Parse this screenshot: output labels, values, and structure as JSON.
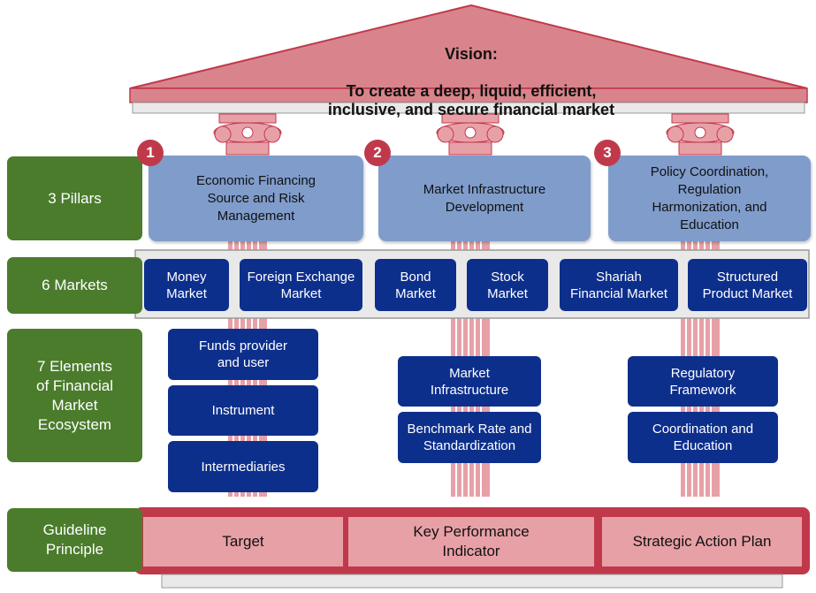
{
  "vision": {
    "title": "Vision:",
    "text": "To create a deep, liquid, efficient,\ninclusive, and secure financial market"
  },
  "side_labels": [
    "3 Pillars",
    "6 Markets",
    "7 Elements\nof Financial\nMarket\nEcosystem",
    "Guideline\nPrinciple"
  ],
  "pillars": [
    {
      "number": "1",
      "label": "Economic Financing\nSource and Risk\nManagement"
    },
    {
      "number": "2",
      "label": "Market Infrastructure\nDevelopment"
    },
    {
      "number": "3",
      "label": "Policy Coordination,\nRegulation\nHarmonization, and\nEducation"
    }
  ],
  "markets": [
    "Money\nMarket",
    "Foreign Exchange\nMarket",
    "Bond\nMarket",
    "Stock\nMarket",
    "Shariah\nFinancial Market",
    "Structured\nProduct Market"
  ],
  "elements": [
    "Funds provider\nand user",
    "Instrument",
    "Intermediaries",
    "Market\nInfrastructure",
    "Benchmark Rate and\nStandardization",
    "Regulatory\nFramework",
    "Coordination and\nEducation"
  ],
  "guidelines": [
    "Target",
    "Key Performance\nIndicator",
    "Strategic Action Plan"
  ],
  "colors": {
    "roof": "#d9848c",
    "roof_border": "#c0394b",
    "pillar_box": "#7f9ccb",
    "market_box": "#0d2f8c",
    "side_label": "#4a7c2c",
    "number_badge": "#c0394b",
    "guideline_frame": "#c0394b",
    "guideline_box": "#e8a0a7",
    "column": "#e8a0a7"
  }
}
